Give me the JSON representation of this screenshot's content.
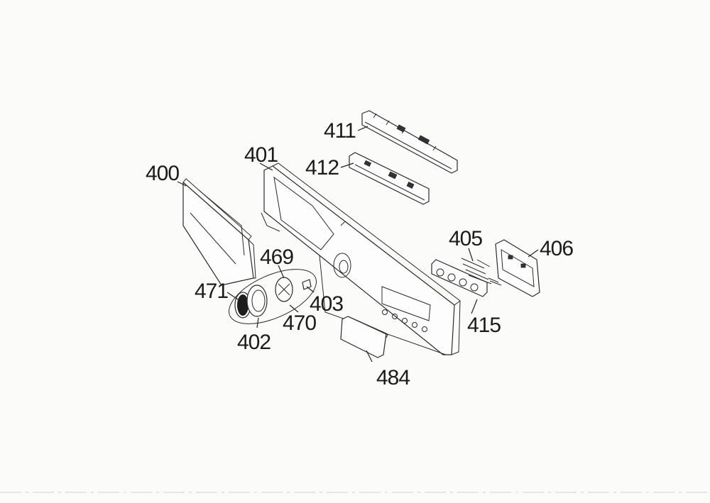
{
  "diagram": {
    "callouts": [
      {
        "id": "400",
        "text": "400"
      },
      {
        "id": "401",
        "text": "401"
      },
      {
        "id": "402",
        "text": "402"
      },
      {
        "id": "403",
        "text": "403"
      },
      {
        "id": "405",
        "text": "405"
      },
      {
        "id": "406",
        "text": "406"
      },
      {
        "id": "411",
        "text": "411"
      },
      {
        "id": "412",
        "text": "412"
      },
      {
        "id": "415",
        "text": "415"
      },
      {
        "id": "469",
        "text": "469"
      },
      {
        "id": "470",
        "text": "470"
      },
      {
        "id": "471",
        "text": "471"
      },
      {
        "id": "484",
        "text": "484"
      }
    ],
    "colors": {
      "ink": "#222222",
      "paper": "#fbfbfa"
    }
  }
}
